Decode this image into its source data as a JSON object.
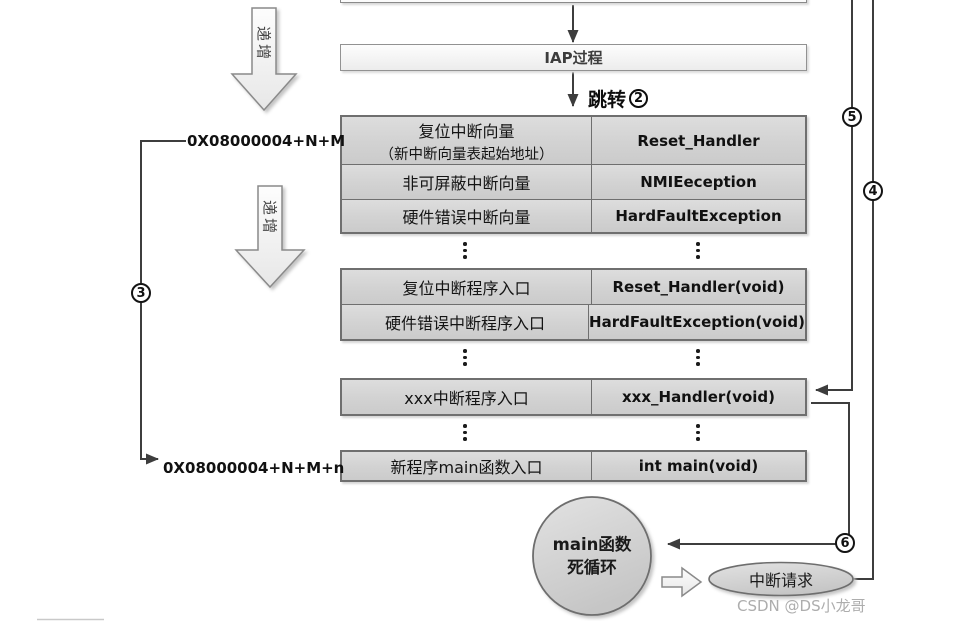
{
  "flow": {
    "iap_label": "IAP过程",
    "jump_label": "跳转",
    "jump_step": "2"
  },
  "memory": {
    "address_top": "0X08000004+N+M",
    "address_bottom": "0X08000004+N+M+n",
    "increment_label_1": "递增",
    "increment_label_2": "递增"
  },
  "steps": {
    "s3": "3",
    "s4": "4",
    "s5": "5",
    "s6": "6"
  },
  "vector_table": {
    "rows": [
      {
        "desc": "复位中断向量",
        "desc2": "（新中断向量表起始地址）",
        "handler": "Reset_Handler"
      },
      {
        "desc": "非可屏蔽中断向量",
        "handler": "NMIEeception"
      },
      {
        "desc": "硬件错误中断向量",
        "handler": "HardFaultException"
      }
    ]
  },
  "entry_table": {
    "rows": [
      {
        "desc": "复位中断程序入口",
        "handler": "Reset_Handler(void)"
      },
      {
        "desc": "硬件错误中断程序入口",
        "handler": "HardFaultException(void)"
      }
    ]
  },
  "xxx_row": {
    "desc": "xxx中断程序入口",
    "handler": "xxx_Handler(void)"
  },
  "main_row": {
    "desc": "新程序main函数入口",
    "handler": "int main(void)"
  },
  "main_loop": {
    "line1": "main函数",
    "line2": "死循环"
  },
  "interrupt_request": {
    "label": "中断请求"
  },
  "watermark": "CSDN @DS小龙哥",
  "colors": {
    "line": "#3d3d3d",
    "cell_border": "#6f6f6f",
    "cell_bg": "#d2d2d2",
    "shape_stroke": "#6e6e6e"
  }
}
